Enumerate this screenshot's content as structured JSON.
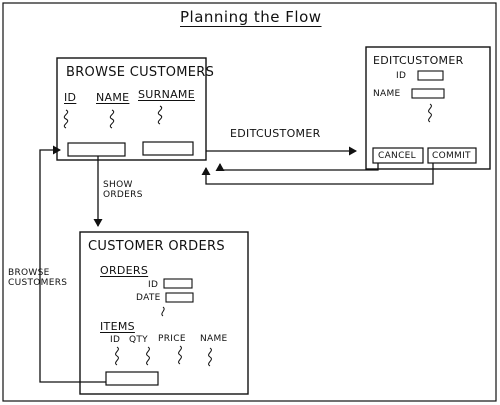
{
  "title": "Planning the Flow",
  "browse": {
    "heading": "Browse Customers",
    "columns": [
      "ID",
      "Name",
      "Surname"
    ]
  },
  "edit": {
    "heading": "EditCustomer",
    "field_id": "ID",
    "field_name": "Name",
    "cancel": "Cancel",
    "commit": "Commit"
  },
  "orders": {
    "heading": "Customer Orders",
    "section_orders": "Orders",
    "field_id": "ID",
    "field_date": "Date",
    "section_items": "Items",
    "item_columns": [
      "ID",
      "QTY",
      "Price",
      "Name"
    ]
  },
  "arrows": {
    "edit_customer": "EditCustomer",
    "show_orders": "Show\nOrders",
    "browse_customers": "Browse\nCustomers"
  }
}
